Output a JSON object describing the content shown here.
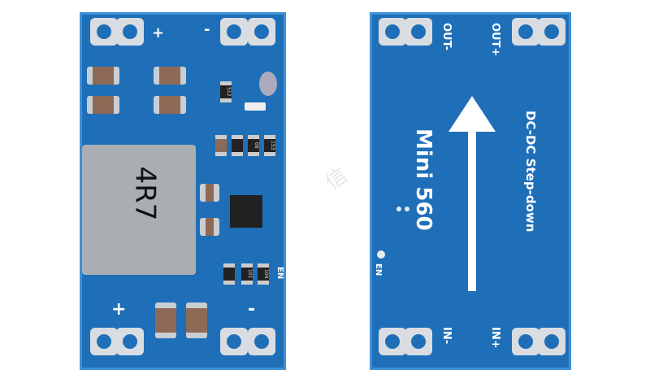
{
  "left_board": {
    "top_plus": "+",
    "top_minus": "-",
    "inductor_code": "4R7",
    "en_label": "EN",
    "bottom_plus": "+",
    "bottom_minus": "-",
    "resistor_codes": [
      "512",
      "08",
      "153",
      "101",
      "104"
    ]
  },
  "right_board": {
    "out_minus": "OUT-",
    "out_plus": "OUT+",
    "subtitle": "DC-DC Step-down",
    "title": "Mini 560",
    "en_label": "EN",
    "in_minus": "IN-",
    "in_plus": "IN+"
  },
  "colors": {
    "pcb": "#1f6fb8",
    "silkscreen": "#ffffff",
    "pad": "#d9dde2"
  }
}
